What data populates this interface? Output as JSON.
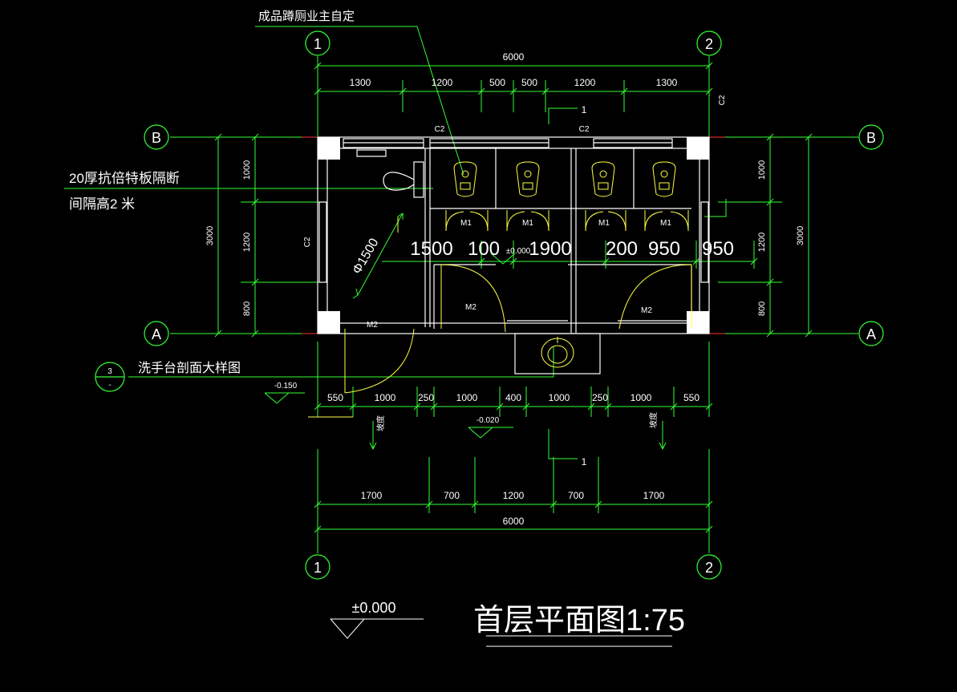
{
  "colors": {
    "background": "#000000",
    "dimension_line": "#33ff33",
    "wall": "#ffffff",
    "fixture": "#ffff44",
    "axis_line": "#ff3333",
    "text": "#ffffff"
  },
  "title": {
    "main": "首层平面图1:75",
    "elevation_label": "±0.000"
  },
  "axes": {
    "top_left": "1",
    "top_right": "2",
    "bottom_left": "1",
    "bottom_right": "2",
    "left_top": "B",
    "left_bottom": "A",
    "right_top": "B",
    "right_bottom": "A"
  },
  "annotations": {
    "squat_toilet_note": "成品蹲厕业主自定",
    "partition_note_1": "20厚抗倍特板隔断",
    "partition_note_2": "间隔高2 米",
    "washbasin_note": "洗手台剖面大样图",
    "detail_ref_top": "3",
    "detail_ref_bottom": "-",
    "circle_dia": "Φ1500",
    "section_mark_1": "1",
    "section_mark_2": "1",
    "ramp_left": "坡度",
    "ramp_right": "坡度"
  },
  "dimensions": {
    "top_overall": "6000",
    "top_segments": [
      "1300",
      "1200",
      "500",
      "500",
      "1200",
      "1300"
    ],
    "bottom_overall": "6000",
    "bottom_segments_1": [
      "550",
      "1000",
      "250",
      "1000",
      "400",
      "1000",
      "250",
      "1000",
      "550"
    ],
    "bottom_segments_2": [
      "1700",
      "700",
      "1200",
      "700",
      "1700"
    ],
    "left_overall": "3000",
    "left_segments": [
      "1000",
      "1200",
      "800"
    ],
    "right_overall": "3000",
    "right_segments": [
      "1000",
      "1200",
      "800"
    ],
    "interior_big": [
      "1500",
      "100",
      "1900",
      "200",
      "950",
      "950"
    ],
    "interior_elev": "±0.000",
    "exterior_elev_left": "-0.150",
    "exterior_elev_mid": "-0.020"
  },
  "labels": {
    "window_top_left": "C2",
    "window_top_right": "C2",
    "window_left": "C2",
    "window_right_top": "C2",
    "door_m1": [
      "M1",
      "M1",
      "M1",
      "M1"
    ],
    "door_m2": [
      "M2",
      "M2",
      "M2"
    ]
  }
}
